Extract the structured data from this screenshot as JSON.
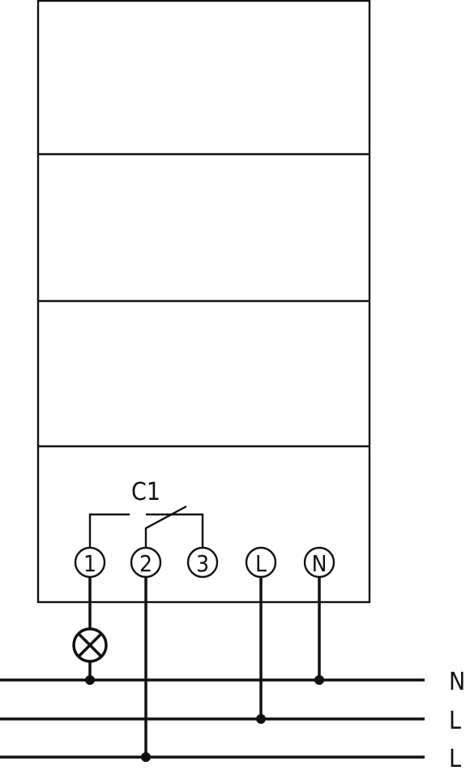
{
  "contact_label": "C1",
  "terminals": [
    {
      "id": "1",
      "label": "1"
    },
    {
      "id": "2",
      "label": "2"
    },
    {
      "id": "3",
      "label": "3"
    },
    {
      "id": "L",
      "label": "L"
    },
    {
      "id": "N",
      "label": "N"
    }
  ],
  "rails": [
    {
      "id": "N",
      "label": "N"
    },
    {
      "id": "L1",
      "label": "L"
    },
    {
      "id": "L2",
      "label": "L"
    }
  ],
  "lamp": {
    "icon": "lamp-icon"
  },
  "colors": {
    "line": "#111111",
    "background": "#ffffff"
  }
}
